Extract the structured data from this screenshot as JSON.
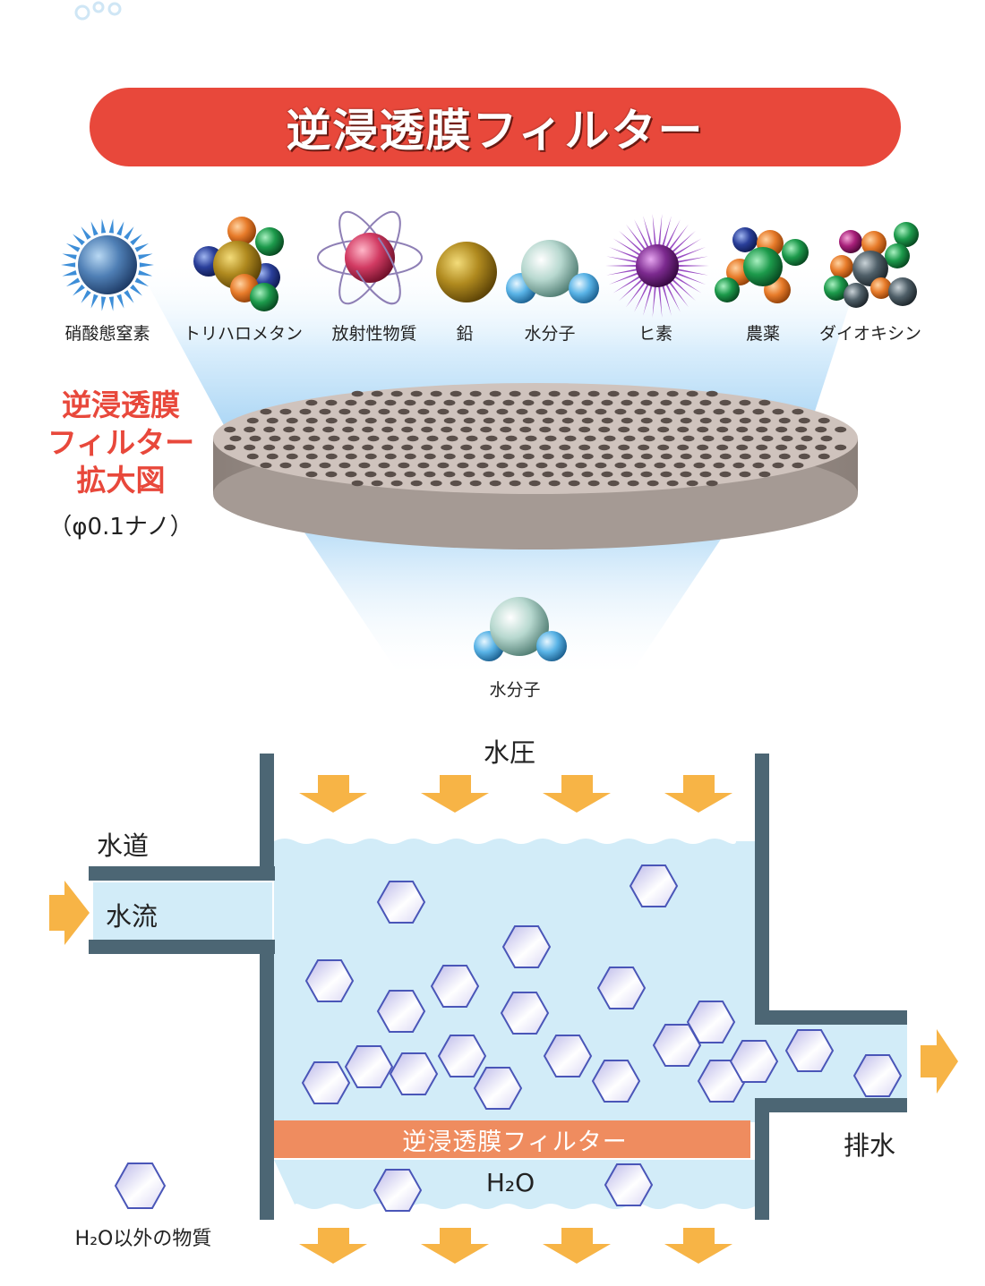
{
  "title": "逆浸透膜フィルター",
  "molecules": [
    {
      "label": "硝酸態窒素",
      "icon": "nitrate-nitrogen-icon"
    },
    {
      "label": "トリハロメタン",
      "icon": "trihalomethane-icon"
    },
    {
      "label": "放射性物質",
      "icon": "radioactive-substance-icon"
    },
    {
      "label": "鉛",
      "icon": "lead-icon"
    },
    {
      "label": "水分子",
      "icon": "water-molecule-icon"
    },
    {
      "label": "ヒ素",
      "icon": "arsenic-icon"
    },
    {
      "label": "農薬",
      "icon": "pesticide-icon"
    },
    {
      "label": "ダイオキシン",
      "icon": "dioxin-icon"
    }
  ],
  "zoom": {
    "title_lines": [
      "逆浸透膜",
      "フィルター",
      "拡大図"
    ],
    "size": "（φ0.1ナノ）"
  },
  "passed_molecule_label": "水分子",
  "process": {
    "pressure_label": "水圧",
    "tap_water_label": "水道",
    "flow_label": "水流",
    "drain_label": "排水",
    "membrane_label": "逆浸透膜フィルター",
    "h2o_label": "H₂O",
    "legend_label": "H₂O以外の物質"
  },
  "colors": {
    "banner": "#e8483b",
    "membrane": "#ef8c5f",
    "arrow": "#f7b446",
    "pipe": "#4c6674",
    "water": "#d2ecf8"
  }
}
